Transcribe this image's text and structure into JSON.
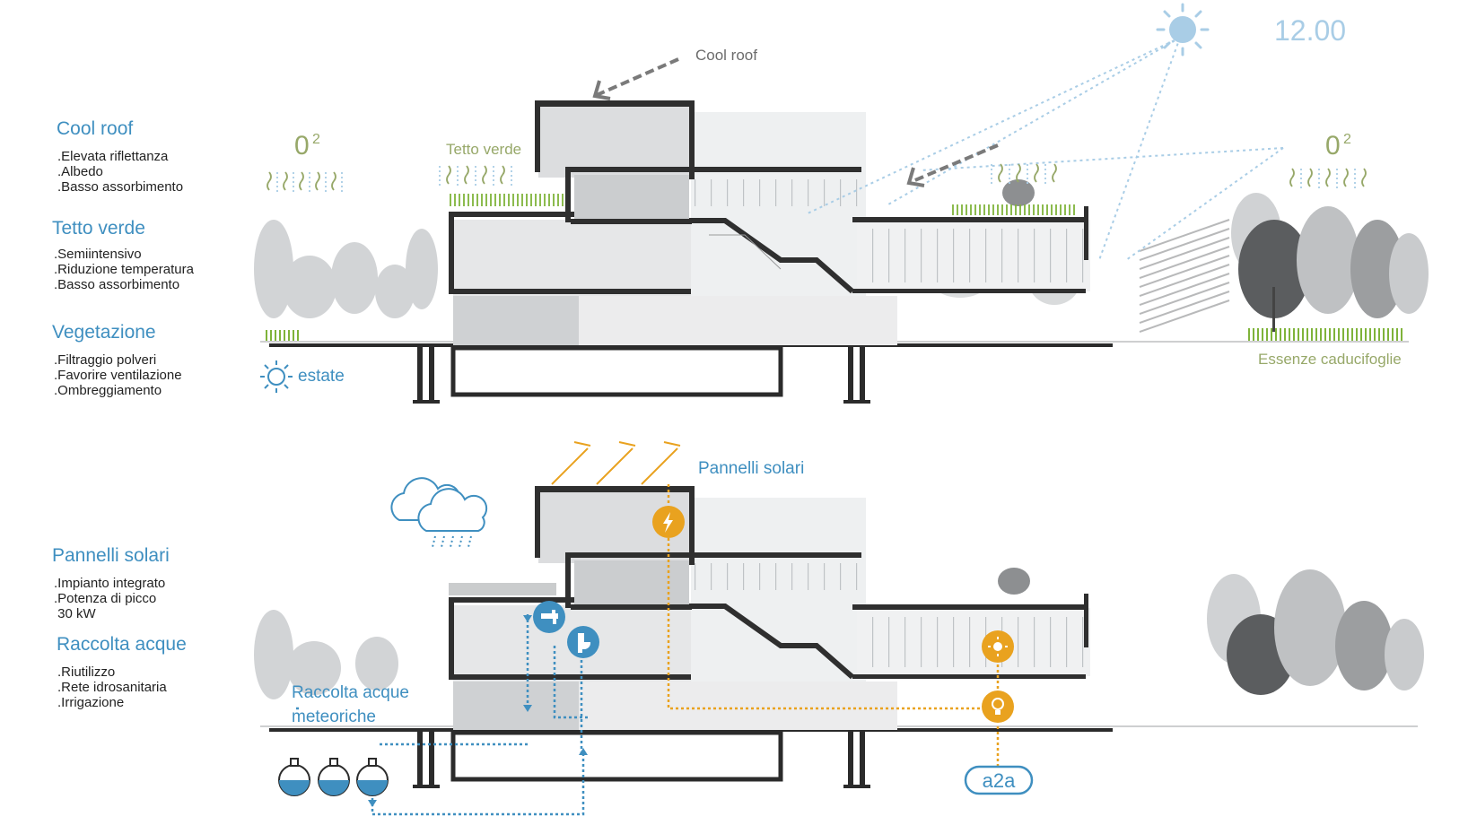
{
  "legend": [
    {
      "title": "Cool roof",
      "items": [
        ".Elevata riflettanza",
        ".Albedo",
        ".Basso assorbimento"
      ]
    },
    {
      "title": "Tetto verde",
      "items": [
        ".Semiintensivo",
        ".Riduzione temperatura",
        ".Basso assorbimento"
      ]
    },
    {
      "title": "Vegetazione",
      "items": [
        ".Filtraggio polveri",
        ".Favorire ventilazione",
        ".Ombreggiamento"
      ]
    },
    {
      "title": "Pannelli solari",
      "items": [
        ".Impianto integrato",
        ".Potenza di picco",
        " 30 kW"
      ]
    },
    {
      "title": "Raccolta acque",
      "items": [
        ".Riutilizzo",
        ".Rete idrosanitaria",
        ".Irrigazione"
      ]
    }
  ],
  "top_section": {
    "time": "12.00",
    "cool_roof_label": "Cool roof",
    "green_roof_label": "Tetto verde",
    "oxygen_left": "0",
    "oxygen_right": "0",
    "oxygen_exp": "2",
    "season": "estate",
    "trees_label": "Essenze caducifoglie"
  },
  "bottom_section": {
    "solar_label": "Pannelli solari",
    "rain_label_1": "Raccolta acque",
    "rain_label_2": "meteoriche",
    "utility": "a2a"
  },
  "colors": {
    "blue": "#3f8fc0",
    "light_blue": "#a9cde6",
    "green": "#97a869",
    "orange": "#e9a21f",
    "dark": "#2b2b2b"
  },
  "icons": [
    "sun-icon",
    "cloud-rain-icon",
    "lightning-icon",
    "faucet-icon",
    "toilet-icon",
    "bulb-icon",
    "water-tank-icon",
    "sun-small-icon"
  ]
}
